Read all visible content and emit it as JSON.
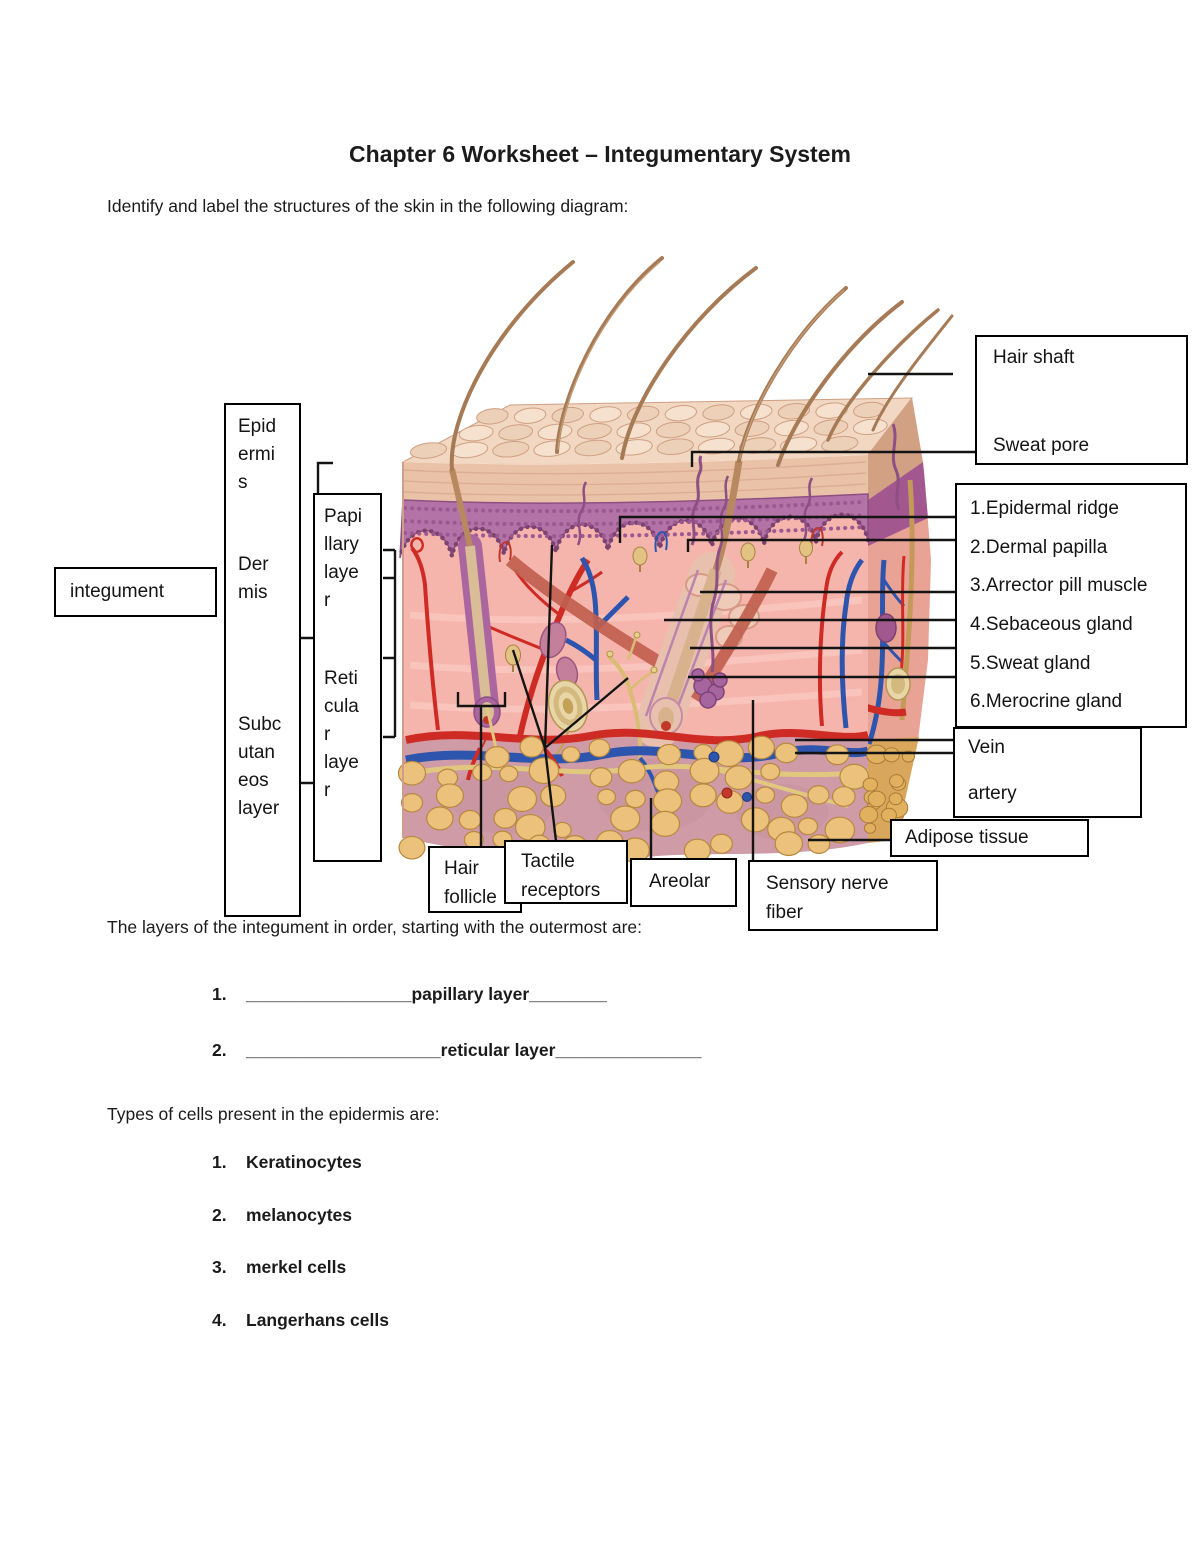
{
  "page": {
    "title": "Chapter 6 Worksheet – Integumentary System",
    "intro": "Identify and label the structures of the skin in the following diagram:"
  },
  "diagram": {
    "labels": {
      "integument": "integument",
      "epidermis": "Epid\nermi\ns",
      "dermis": "Der\nmis",
      "subcutaneous": "Subc\nutan\neos\nlayer",
      "papillary": "Papi\nllary\nlaye\nr",
      "reticular": "Reti\ncula\nr\nlaye\nr",
      "hair_shaft": "Hair shaft",
      "sweat_pore": "Sweat pore",
      "numbered": [
        "1.Epidermal ridge",
        "2.Dermal papilla",
        "3.Arrector pill muscle",
        "4.Sebaceous gland",
        "5.Sweat gland",
        "6.Merocrine gland"
      ],
      "vein": "Vein",
      "artery": "artery",
      "adipose": "Adipose tissue",
      "sensory_nerve": "Sensory nerve\nfiber",
      "areolar": "Areolar",
      "tactile": "Tactile\nreceptors",
      "hair_follicle": "Hair\nfollicle"
    }
  },
  "questions": {
    "layers_prompt": "The layers of the integument in order, starting with the outermost are:",
    "layers": [
      {
        "num": "1.",
        "answer": "_________________papillary layer________"
      },
      {
        "num": "2.",
        "answer": "____________________reticular layer_______________"
      }
    ],
    "cells_prompt": "Types of cells present in the epidermis are:",
    "cells": [
      {
        "num": "1.",
        "label": "Keratinocytes"
      },
      {
        "num": "2.",
        "label": "melanocytes"
      },
      {
        "num": "3.",
        "label": "merkel cells"
      },
      {
        "num": "4.",
        "label": "Langerhans cells"
      }
    ]
  }
}
